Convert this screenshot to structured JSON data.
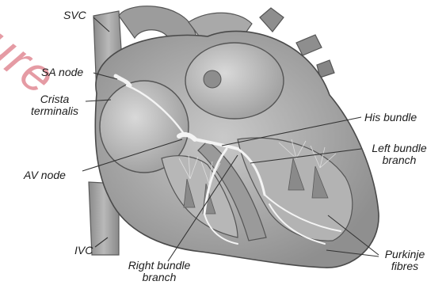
{
  "watermark": "ture",
  "colors": {
    "tissue": "#a7a7a7",
    "tissue_dark": "#7d7d7d",
    "tissue_light": "#cdcdcd",
    "chamber": "#bcbcbc",
    "conduction": "#f2f2f2",
    "outline": "#4a4a4a",
    "leader": "#333333",
    "watermark": "#d14a5a"
  },
  "labels": {
    "svc": "SVC",
    "sa_node": "SA node",
    "crista_1": "Crista",
    "crista_2": "terminalis",
    "av_node": "AV node",
    "ivc": "IVC",
    "his_bundle": "His bundle",
    "left_bundle_1": "Left bundle",
    "left_bundle_2": "branch",
    "right_bundle_1": "Right bundle",
    "right_bundle_2": "branch",
    "purkinje_1": "Purkinje",
    "purkinje_2": "fibres"
  },
  "icons": {
    "heart": "heart-cross-section-icon"
  }
}
